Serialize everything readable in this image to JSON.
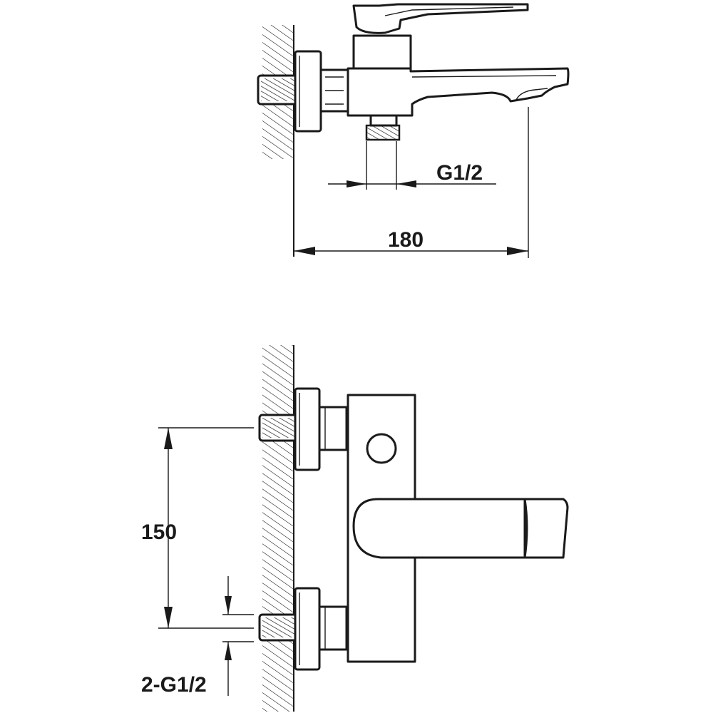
{
  "top_view": {
    "dim_inlet_label": "G1/2",
    "dim_width_label": "180"
  },
  "front_view": {
    "dim_height_label": "150",
    "dim_thread_label": "2-G1/2"
  },
  "colors": {
    "line": "#1a1a1a",
    "background": "#ffffff"
  }
}
